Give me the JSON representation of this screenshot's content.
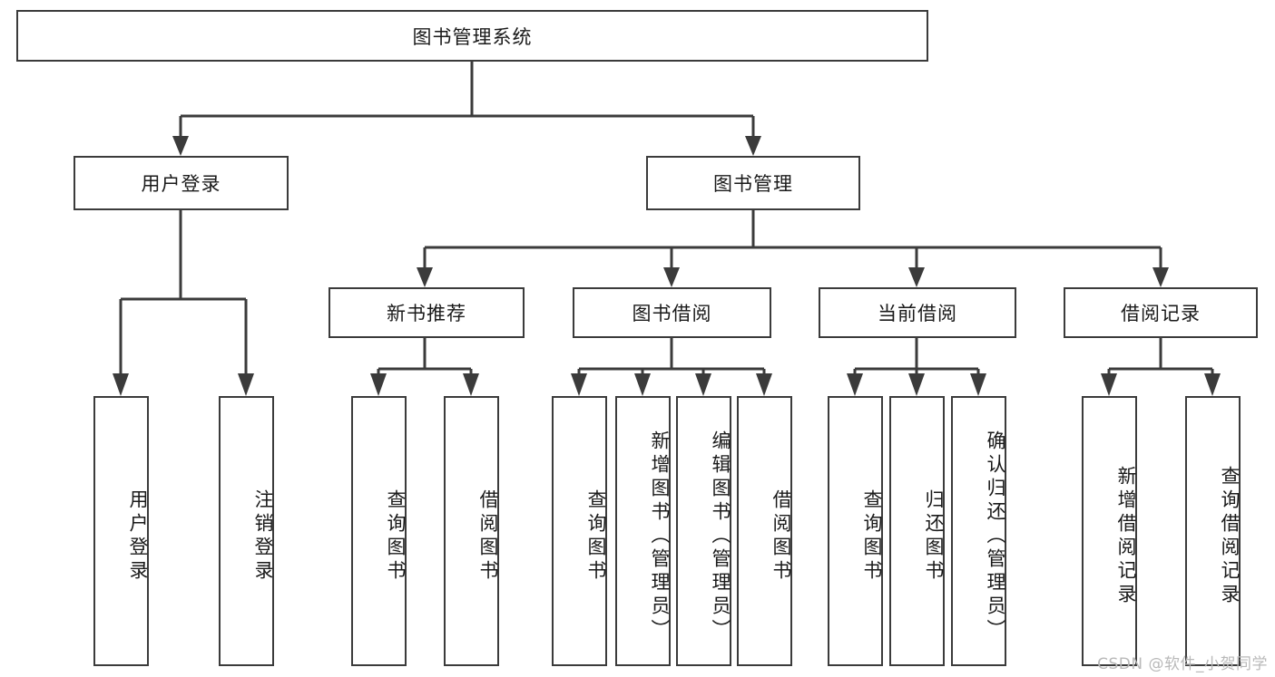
{
  "diagram": {
    "type": "tree",
    "title": "图书管理系统",
    "watermark": "CSDN @软件_小贺同学",
    "colors": {
      "border": "#3b3b3b",
      "text": "#1a1a1a",
      "background": "#ffffff",
      "watermark": "#b9b9b9"
    },
    "root": {
      "label": "图书管理系统"
    },
    "level2": [
      {
        "label": "用户登录"
      },
      {
        "label": "图书管理"
      }
    ],
    "level3": [
      {
        "label": "新书推荐"
      },
      {
        "label": "图书借阅"
      },
      {
        "label": "当前借阅"
      },
      {
        "label": "借阅记录"
      }
    ],
    "leaves": {
      "user_login": [
        {
          "label": "用户登录"
        },
        {
          "label": "注销登录"
        }
      ],
      "new_book": [
        {
          "label": "查询图书"
        },
        {
          "label": "借阅图书"
        }
      ],
      "book_borrow": [
        {
          "label": "查询图书"
        },
        {
          "label": "新增图书（管理员）"
        },
        {
          "label": "编辑图书（管理员）"
        },
        {
          "label": "借阅图书"
        }
      ],
      "current_borrow": [
        {
          "label": "查询图书"
        },
        {
          "label": "归还图书"
        },
        {
          "label": "确认归还（管理员）"
        }
      ],
      "borrow_record": [
        {
          "label": "新增借阅记录"
        },
        {
          "label": "查询借阅记录"
        }
      ]
    }
  }
}
